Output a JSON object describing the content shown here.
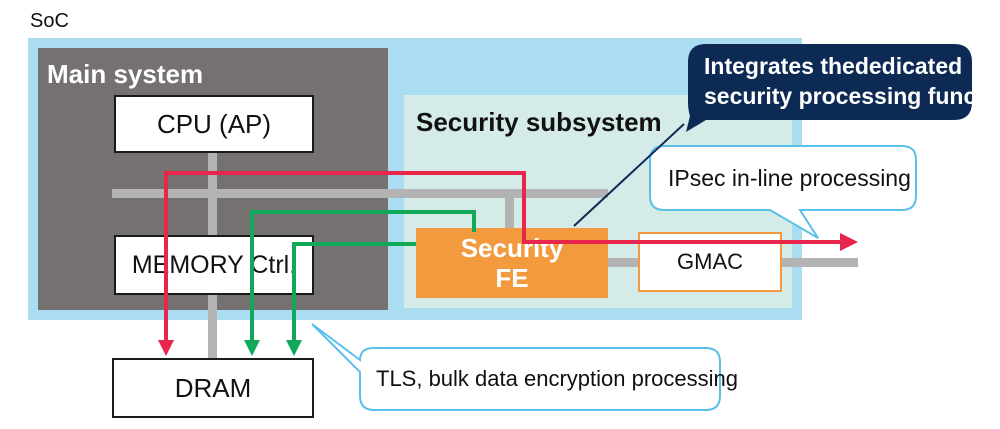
{
  "soc": {
    "label": "SoC"
  },
  "main_system": {
    "title": "Main system",
    "cpu_label": "CPU (AP)",
    "memory_ctrl_label": "MEMORY Ctrl."
  },
  "security_subsystem": {
    "title": "Security subsystem",
    "fe_label_line1": "Security",
    "fe_label_line2": "FE",
    "gmac_label": "GMAC"
  },
  "dram": {
    "label": "DRAM"
  },
  "callouts": {
    "integrates_line1": "Integrates thededicated",
    "integrates_line2": "security processing function",
    "ipsec": "IPsec in-line processing",
    "tls": "TLS, bulk data encryption processing"
  },
  "colors": {
    "soc_fill": "#aadcf2",
    "main_fill": "#767171",
    "security_fill": "#d5ebe8",
    "fe_fill": "#f29a3d",
    "bus_gray": "#b3b3b3",
    "red_path": "#e8254a",
    "green_path": "#12a85a",
    "dark_callout": "#0d2a55",
    "callout_border": "#5bc0e8"
  }
}
